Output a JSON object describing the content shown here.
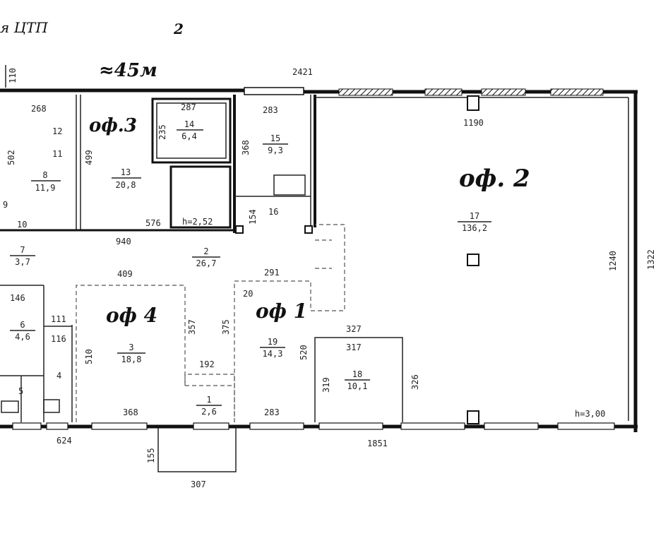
{
  "header": {
    "title": "я ЦТП",
    "area_note": "≈45м",
    "area_sup": "2"
  },
  "offices": {
    "of1": "оф 1",
    "of2": "оф. 2",
    "of3": "оф.3",
    "of4": "оф 4"
  },
  "rooms": {
    "r2": {
      "num": "2",
      "area": "26,7"
    },
    "r3": {
      "num": "3",
      "area": "18,8"
    },
    "r6": {
      "num": "6",
      "area": "4,6"
    },
    "r7": {
      "num": "7",
      "area": "3,7"
    },
    "r8": {
      "num": "8",
      "area": "11,9"
    },
    "r13": {
      "num": "13",
      "area": "20,8"
    },
    "r14": {
      "num": "14",
      "area": "6,4"
    },
    "r15": {
      "num": "15",
      "area": "9,3"
    },
    "r17": {
      "num": "17",
      "area": "136,2"
    },
    "r18": {
      "num": "18",
      "area": "10,1"
    },
    "r19": {
      "num": "19",
      "area": "14,3"
    },
    "r1": {
      "num": "1",
      "area": "2,6"
    }
  },
  "labels": {
    "n4": "4",
    "n5": "5",
    "n9": "9",
    "n10": "10",
    "n11": "11",
    "n12": "12",
    "n16": "16",
    "h1": "h=2,52",
    "h2": "h=3,00"
  },
  "dims": {
    "d110": "110",
    "d2421": "2421",
    "d268": "268",
    "d287": "287",
    "d283a": "283",
    "d1190": "1190",
    "d502": "502",
    "d499": "499",
    "d235": "235",
    "d368a": "368",
    "d576": "576",
    "d154": "154",
    "d940": "940",
    "d1240": "1240",
    "d1322": "1322",
    "d409": "409",
    "d291": "291",
    "d20": "20",
    "d146": "146",
    "d111": "111",
    "d116": "116",
    "d357": "357",
    "d375": "375",
    "d327": "327",
    "d317": "317",
    "d510": "510",
    "d520": "520",
    "d192": "192",
    "d319": "319",
    "d326": "326",
    "d368b": "368",
    "d283b": "283",
    "d624": "624",
    "d1851": "1851",
    "d155": "155",
    "d307": "307"
  }
}
